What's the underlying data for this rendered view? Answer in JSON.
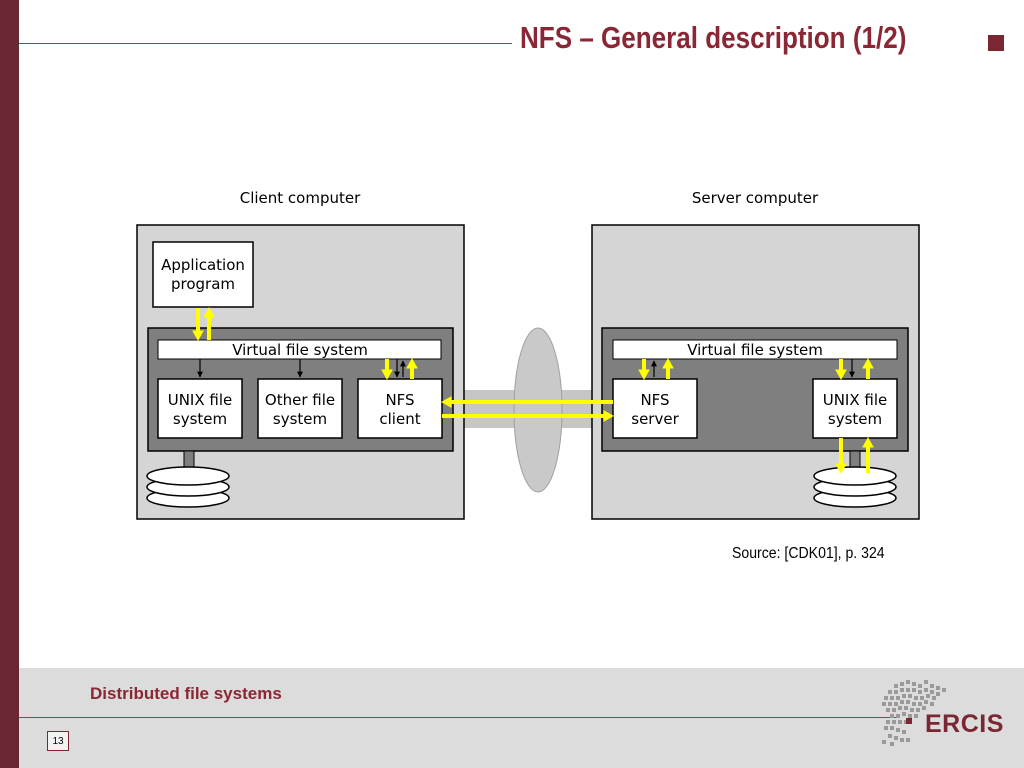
{
  "slide": {
    "title": "NFS – General description (1/2)",
    "accent_color": "#8b2734",
    "left_bar_color": "#6b2633"
  },
  "diagram": {
    "client_label": "Client computer",
    "server_label": "Server computer",
    "client": {
      "application_program": [
        "Application",
        "program"
      ],
      "virtual_file_system": "Virtual file system",
      "unix_file_system": [
        "UNIX file",
        "system"
      ],
      "other_file_system": [
        "Other file",
        "system"
      ],
      "nfs_client": [
        "NFS",
        "client"
      ]
    },
    "server": {
      "virtual_file_system": "Virtual file system",
      "nfs_server": [
        "NFS",
        "server"
      ],
      "unix_file_system": [
        "UNIX file",
        "system"
      ]
    },
    "colors": {
      "computer_box": "#d5d5d5",
      "kernel_box": "#7f7f7f",
      "highlight_arrow": "#ffff00",
      "network_ellipse": "#c8c8c8"
    }
  },
  "source_note": "Source: [CDK01], p. 324",
  "footer": {
    "section_title": "Distributed file systems",
    "page_number": "13",
    "logo_text": "ERCIS"
  }
}
